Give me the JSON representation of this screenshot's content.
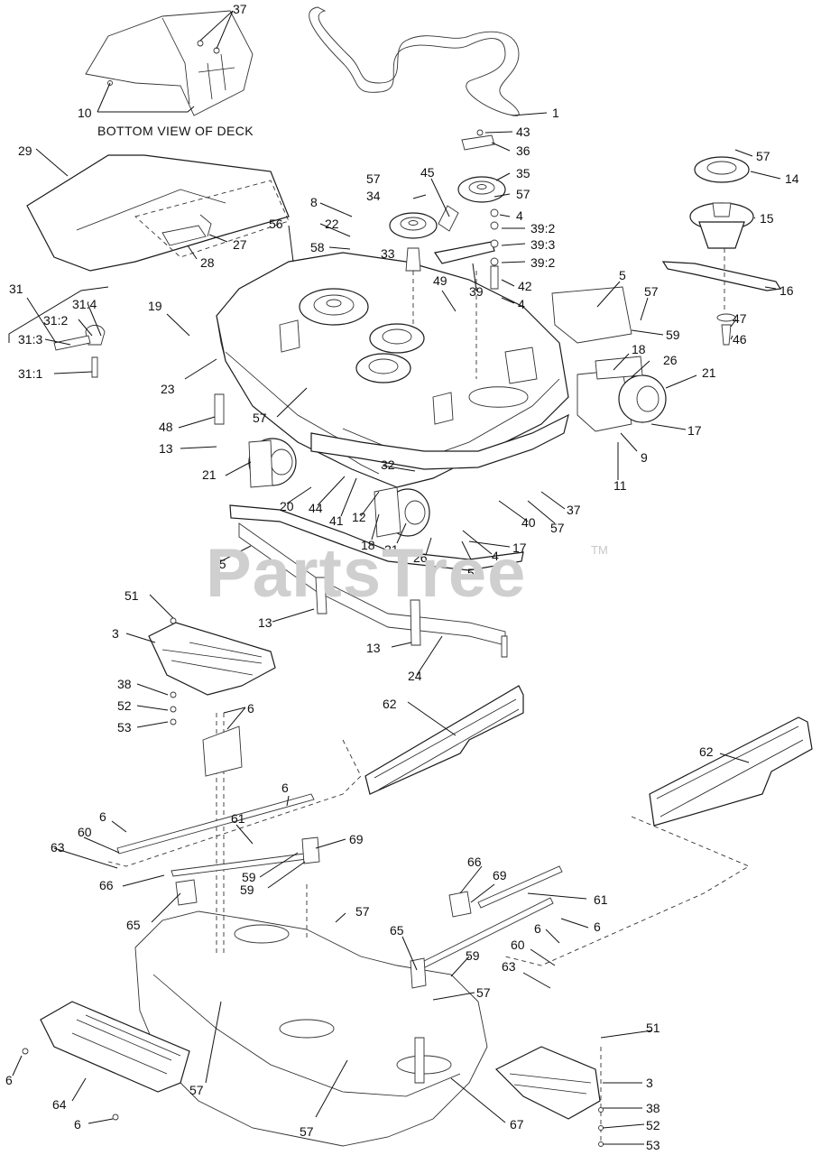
{
  "caption": "BOTTOM VIEW OF DECK",
  "watermark": {
    "text": "PartsTree",
    "mark": "TM"
  },
  "callouts": [
    "37",
    "10",
    "1",
    "43",
    "36",
    "35",
    "57",
    "57",
    "14",
    "45",
    "34",
    "57",
    "4",
    "8",
    "22",
    "56",
    "58",
    "27",
    "28",
    "29",
    "33",
    "39:2",
    "39:3",
    "39:2",
    "15",
    "39",
    "42",
    "4",
    "49",
    "5",
    "57",
    "59",
    "16",
    "31",
    "31:4",
    "31:2",
    "31:3",
    "31:1",
    "19",
    "23",
    "18",
    "26",
    "21",
    "47",
    "46",
    "17",
    "9",
    "11",
    "57",
    "48",
    "13",
    "21",
    "20",
    "44",
    "41",
    "12",
    "32",
    "37",
    "40",
    "57",
    "18",
    "21",
    "26",
    "17",
    "4",
    "50",
    "25",
    "13",
    "51",
    "3",
    "13",
    "24",
    "38",
    "52",
    "53",
    "6",
    "62",
    "62",
    "6",
    "6",
    "60",
    "63",
    "61",
    "69",
    "59",
    "66",
    "59",
    "65",
    "66",
    "69",
    "61",
    "57",
    "6",
    "6",
    "60",
    "65",
    "59",
    "63",
    "57",
    "6",
    "51",
    "3",
    "64",
    "57",
    "57",
    "67",
    "38",
    "6",
    "52",
    "53"
  ],
  "colors": {
    "ink": "#111111",
    "paper": "#ffffff",
    "watermark": "#cfcfcf"
  }
}
